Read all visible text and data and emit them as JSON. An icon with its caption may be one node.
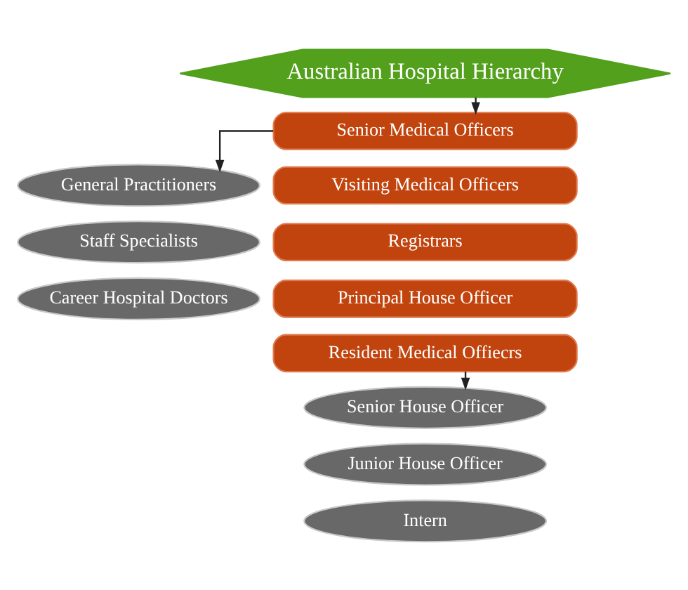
{
  "diagram": {
    "nodes": [
      {
        "text": [
          "Australian Hospital Hierarchy"
        ]
      },
      {
        "text": [
          "Senior Medical Officers"
        ]
      },
      {
        "text": [
          "Visiting Medical Officers"
        ]
      },
      {
        "text": [
          "Registrars"
        ]
      },
      {
        "text": [
          "Principal House Officer"
        ]
      },
      {
        "text": [
          "Resident Medical Offiecrs"
        ]
      },
      {
        "text": [
          "General Practitioners"
        ]
      },
      {
        "text": [
          "Staff Specialists"
        ]
      },
      {
        "text": [
          "Career Hospital Doctors"
        ]
      },
      {
        "text": [
          "Senior House Officer"
        ]
      },
      {
        "text": [
          "Junior House Officer"
        ]
      },
      {
        "text": [
          "Intern"
        ]
      }
    ],
    "edges": [
      {
        "from": 0,
        "to": 1,
        "arrow": "to"
      },
      {
        "from": 1,
        "to": 6,
        "arrow": "to"
      },
      {
        "from": 5,
        "to": 9,
        "arrow": "to"
      }
    ]
  }
}
